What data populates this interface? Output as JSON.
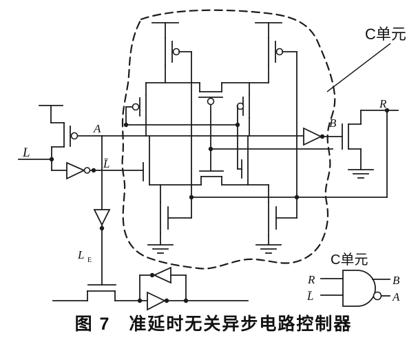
{
  "colors": {
    "ink": "#1b1b1b",
    "paper": "#ffffff"
  },
  "callout": {
    "c_unit": "C单元"
  },
  "labels": {
    "l_input": "L",
    "a_node": "A",
    "l_bar": "L̄",
    "b_node": "B",
    "r_node": "R",
    "le_base": "L",
    "le_sub": "E"
  },
  "c_gate": {
    "title": "C单元",
    "input_top": "R",
    "input_bottom": "L̄",
    "output_top": "B",
    "output_bottom": "A"
  },
  "caption": "图 7　准延时无关异步电路控制器"
}
